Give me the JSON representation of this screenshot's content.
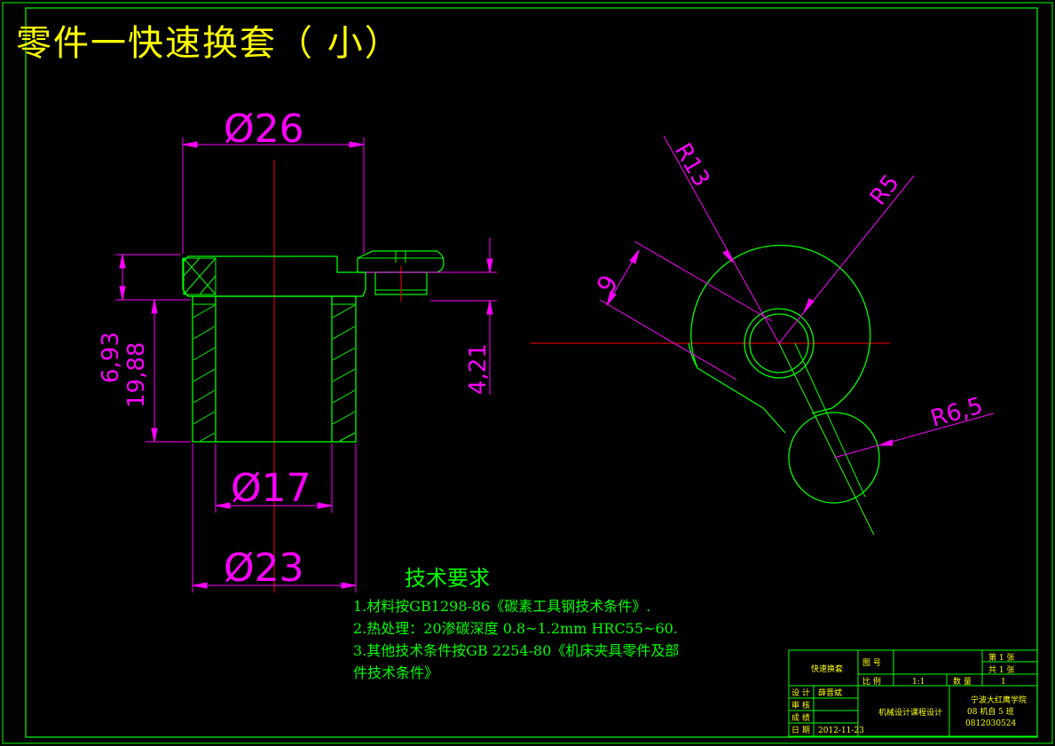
{
  "title": "零件一快速换套（ 小）",
  "dimensions": {
    "d26": "Ø26",
    "d17": "Ø17",
    "d23": "Ø23",
    "h693": "6,93",
    "h1988": "19,88",
    "h421": "4,21",
    "r13": "R13",
    "r5": "R5",
    "w9": "9",
    "r65": "R6,5"
  },
  "technical_requirements": {
    "heading": "技术要求",
    "items": [
      "1.材料按GB1298-86《碳素工具钢技术条件》.",
      "2.热处理：20渗碳深度    0.8~1.2mm HRC55~60.",
      "3.其他技术条件按GB 2254-80《机床夹具零件及部",
      "件技术条件》"
    ]
  },
  "title_block": {
    "part_name": "快速换套",
    "drawing_no_label": "图 号",
    "scale_label": "比 例",
    "scale_value": "1:1",
    "qty_label": "数 量",
    "qty_value": "1",
    "sheet_label": "第 1 张",
    "total_label": "共 1 张",
    "design_label": "设 计",
    "designer": "薛晋斌",
    "review_label": "审 核",
    "approve_label": "成 绩",
    "date_label": "日 期",
    "date_value": "2012-11-23",
    "course": "机械设计课程设计",
    "school": "宁波大红鹰学院",
    "class": "08 机自 5 班",
    "student_id": "0812030524"
  },
  "colors": {
    "outline": "#00ff00",
    "dimension": "#ff00ff",
    "centerline": "#ff0000",
    "text": "#ffff00",
    "background": "#000000"
  }
}
